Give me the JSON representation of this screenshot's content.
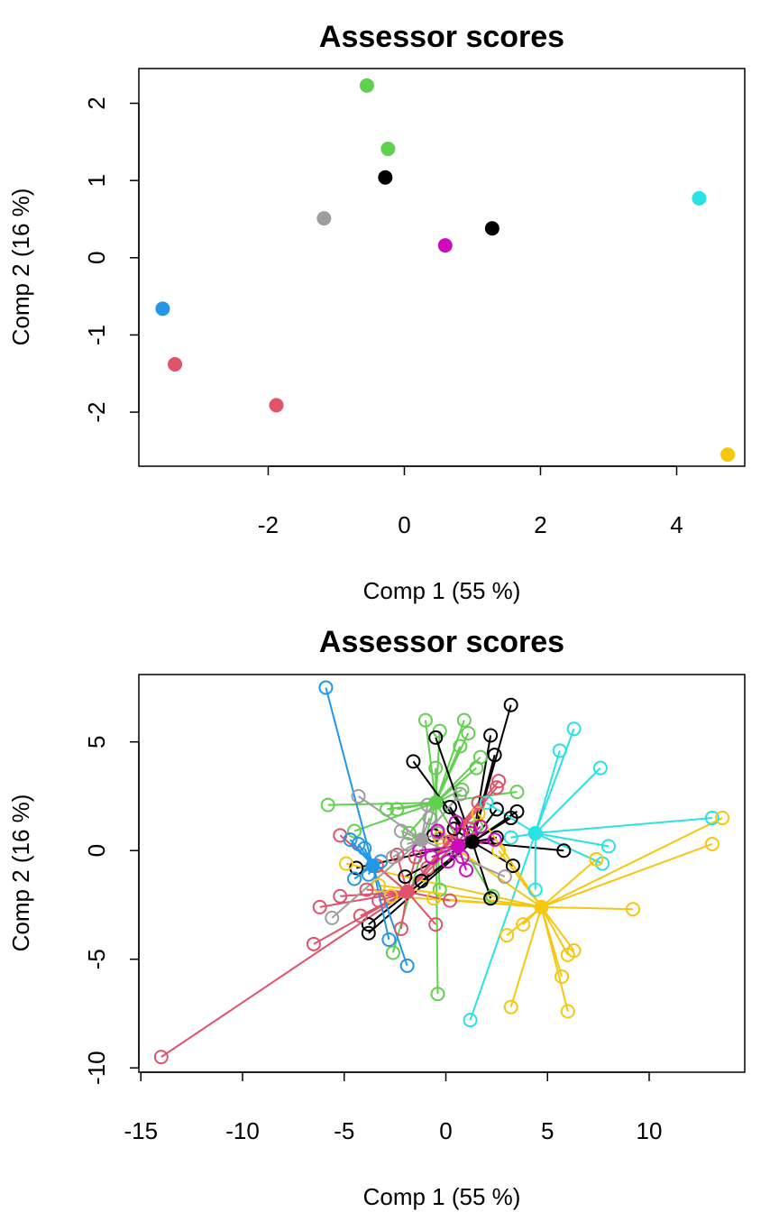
{
  "colors": {
    "black": "#000000",
    "red": "#DF536B",
    "green": "#61D04F",
    "blue": "#2297E6",
    "cyan": "#28E2E5",
    "magenta": "#CD0BBC",
    "yellow": "#F5C710",
    "gray": "#9E9E9E"
  },
  "chart_data": [
    {
      "type": "scatter",
      "title": "Assessor scores",
      "xlabel": "Comp 1 (55 %)",
      "ylabel": "Comp 2 (16 %)",
      "xlim": [
        -3.9,
        5.0
      ],
      "ylim": [
        -2.7,
        2.45
      ],
      "xticks": [
        -2,
        0,
        2,
        4
      ],
      "yticks": [
        -2,
        -1,
        0,
        1,
        2
      ],
      "xtick_labels": [
        "-2",
        "0",
        "2",
        "4"
      ],
      "ytick_labels": [
        "-2",
        "-1",
        "0",
        "1",
        "2"
      ],
      "points": [
        {
          "x": -0.55,
          "y": 2.23,
          "color": "green"
        },
        {
          "x": -0.24,
          "y": 1.41,
          "color": "green"
        },
        {
          "x": -0.28,
          "y": 1.04,
          "color": "black"
        },
        {
          "x": -1.18,
          "y": 0.51,
          "color": "gray"
        },
        {
          "x": 1.29,
          "y": 0.38,
          "color": "black"
        },
        {
          "x": 0.6,
          "y": 0.16,
          "color": "magenta"
        },
        {
          "x": 4.33,
          "y": 0.77,
          "color": "cyan"
        },
        {
          "x": -3.55,
          "y": -0.66,
          "color": "blue"
        },
        {
          "x": -3.37,
          "y": -1.38,
          "color": "red"
        },
        {
          "x": -1.88,
          "y": -1.91,
          "color": "red"
        },
        {
          "x": 4.75,
          "y": -2.55,
          "color": "yellow"
        }
      ]
    },
    {
      "type": "scatter",
      "title": "Assessor scores",
      "xlabel": "Comp 1 (55 %)",
      "ylabel": "Comp 2 (16 %)",
      "xlim": [
        -15.1,
        14.7
      ],
      "ylim": [
        -10.2,
        8.1
      ],
      "xticks": [
        -15,
        -10,
        -5,
        0,
        5,
        10
      ],
      "yticks": [
        -10,
        -5,
        0,
        5
      ],
      "xtick_labels": [
        "-15",
        "-10",
        "-5",
        "0",
        "5",
        "10"
      ],
      "ytick_labels": [
        "-10",
        "-5",
        "0",
        "5"
      ],
      "clusters": [
        {
          "color": "green",
          "center": [
            -0.5,
            2.2
          ],
          "points": [
            [
              -5.8,
              2.1
            ],
            [
              -1.0,
              6.0
            ],
            [
              -0.3,
              5.5
            ],
            [
              0.9,
              6.0
            ],
            [
              1.1,
              5.4
            ],
            [
              0.7,
              4.8
            ],
            [
              1.7,
              4.3
            ],
            [
              1.5,
              3.8
            ],
            [
              -0.5,
              3.8
            ],
            [
              3.5,
              2.7
            ],
            [
              -2.9,
              1.9
            ],
            [
              -4.5,
              0.9
            ],
            [
              -0.3,
              -1.8
            ],
            [
              2.3,
              -2.1
            ],
            [
              -0.4,
              -6.6
            ],
            [
              -2.6,
              -4.7
            ],
            [
              1.5,
              1.1
            ],
            [
              0.8,
              2.8
            ],
            [
              -2.4,
              1.9
            ],
            [
              -1.8,
              0.8
            ]
          ]
        },
        {
          "color": "black",
          "center": [
            1.3,
            0.4
          ],
          "points": [
            [
              3.2,
              6.7
            ],
            [
              2.2,
              5.3
            ],
            [
              2.4,
              4.4
            ],
            [
              -0.5,
              5.2
            ],
            [
              -1.6,
              4.1
            ],
            [
              3.5,
              1.8
            ],
            [
              2.5,
              1.9
            ],
            [
              3.2,
              1.5
            ],
            [
              5.8,
              0.0
            ],
            [
              3.3,
              -0.7
            ],
            [
              2.2,
              -2.2
            ],
            [
              -4.4,
              -0.8
            ],
            [
              -3.8,
              -3.4
            ],
            [
              -3.8,
              -3.8
            ],
            [
              0.4,
              1.0
            ],
            [
              0.2,
              2.0
            ],
            [
              2.5,
              0.6
            ],
            [
              -2.0,
              -1.2
            ],
            [
              -1.2,
              -1.4
            ],
            [
              -0.6,
              0.7
            ]
          ]
        },
        {
          "color": "cyan",
          "center": [
            4.4,
            0.8
          ],
          "points": [
            [
              6.3,
              5.6
            ],
            [
              5.6,
              4.6
            ],
            [
              7.6,
              3.8
            ],
            [
              13.1,
              1.5
            ],
            [
              8.0,
              0.2
            ],
            [
              7.7,
              -0.6
            ],
            [
              4.4,
              -1.8
            ],
            [
              1.2,
              -7.8
            ],
            [
              3.2,
              0.6
            ],
            [
              2.0,
              2.2
            ]
          ]
        },
        {
          "color": "yellow",
          "center": [
            4.7,
            -2.6
          ],
          "points": [
            [
              13.6,
              1.5
            ],
            [
              13.1,
              0.3
            ],
            [
              9.2,
              -2.7
            ],
            [
              7.4,
              -0.4
            ],
            [
              6.3,
              -4.6
            ],
            [
              6.0,
              -4.8
            ],
            [
              5.7,
              -5.8
            ],
            [
              6.0,
              -7.4
            ],
            [
              3.2,
              -7.2
            ],
            [
              3.0,
              -3.9
            ],
            [
              3.8,
              -3.4
            ],
            [
              -0.6,
              -2.2
            ],
            [
              -4.9,
              -0.6
            ],
            [
              -3.3,
              -1.6
            ],
            [
              -2.7,
              -2.1
            ],
            [
              1.6,
              1.7
            ],
            [
              2.6,
              0.0
            ],
            [
              -0.3,
              0.6
            ]
          ]
        },
        {
          "color": "red",
          "center": [
            -1.9,
            -1.9
          ],
          "points": [
            [
              -14.0,
              -9.5
            ],
            [
              -6.5,
              -4.3
            ],
            [
              -6.2,
              -2.6
            ],
            [
              -5.2,
              -2.1
            ],
            [
              -4.2,
              -3.0
            ],
            [
              -2.2,
              -3.6
            ],
            [
              0.2,
              -2.3
            ],
            [
              -0.5,
              -3.4
            ],
            [
              -5.2,
              0.7
            ],
            [
              -3.9,
              -1.8
            ],
            [
              -3.3,
              -2.3
            ],
            [
              2.6,
              3.2
            ],
            [
              2.5,
              2.9
            ],
            [
              1.6,
              2.2
            ],
            [
              -1.5,
              -0.3
            ],
            [
              -2.4,
              -0.2
            ],
            [
              -3.4,
              -0.7
            ],
            [
              -0.9,
              -0.8
            ],
            [
              0.2,
              0.4
            ],
            [
              1.2,
              1.0
            ]
          ]
        },
        {
          "color": "blue",
          "center": [
            -3.6,
            -0.7
          ],
          "points": [
            [
              -5.9,
              7.5
            ],
            [
              -4.7,
              0.5
            ],
            [
              -4.3,
              0.3
            ],
            [
              -4.0,
              0.1
            ],
            [
              -2.8,
              -4.1
            ],
            [
              -1.9,
              -5.3
            ],
            [
              -3.8,
              -1.1
            ],
            [
              -4.5,
              -1.3
            ],
            [
              -3.2,
              -0.5
            ]
          ]
        },
        {
          "color": "gray",
          "center": [
            -1.2,
            0.5
          ],
          "points": [
            [
              -4.3,
              2.5
            ],
            [
              -5.6,
              -3.1
            ],
            [
              -2.2,
              0.9
            ],
            [
              -0.9,
              2.1
            ],
            [
              0.7,
              2.6
            ],
            [
              -1.9,
              0.3
            ],
            [
              -0.4,
              0.8
            ],
            [
              -2.6,
              -0.3
            ],
            [
              2.9,
              -1.2
            ],
            [
              -0.8,
              1.5
            ]
          ]
        },
        {
          "color": "magenta",
          "center": [
            0.6,
            0.2
          ],
          "points": [
            [
              1.7,
              1.1
            ],
            [
              1.2,
              0.8
            ],
            [
              0.8,
              -0.3
            ],
            [
              0.1,
              -0.5
            ],
            [
              -0.7,
              -0.3
            ],
            [
              -1.3,
              0.0
            ],
            [
              0.5,
              1.3
            ],
            [
              2.4,
              0.5
            ],
            [
              1.0,
              -0.9
            ],
            [
              -0.4,
              0.9
            ]
          ]
        }
      ]
    }
  ]
}
